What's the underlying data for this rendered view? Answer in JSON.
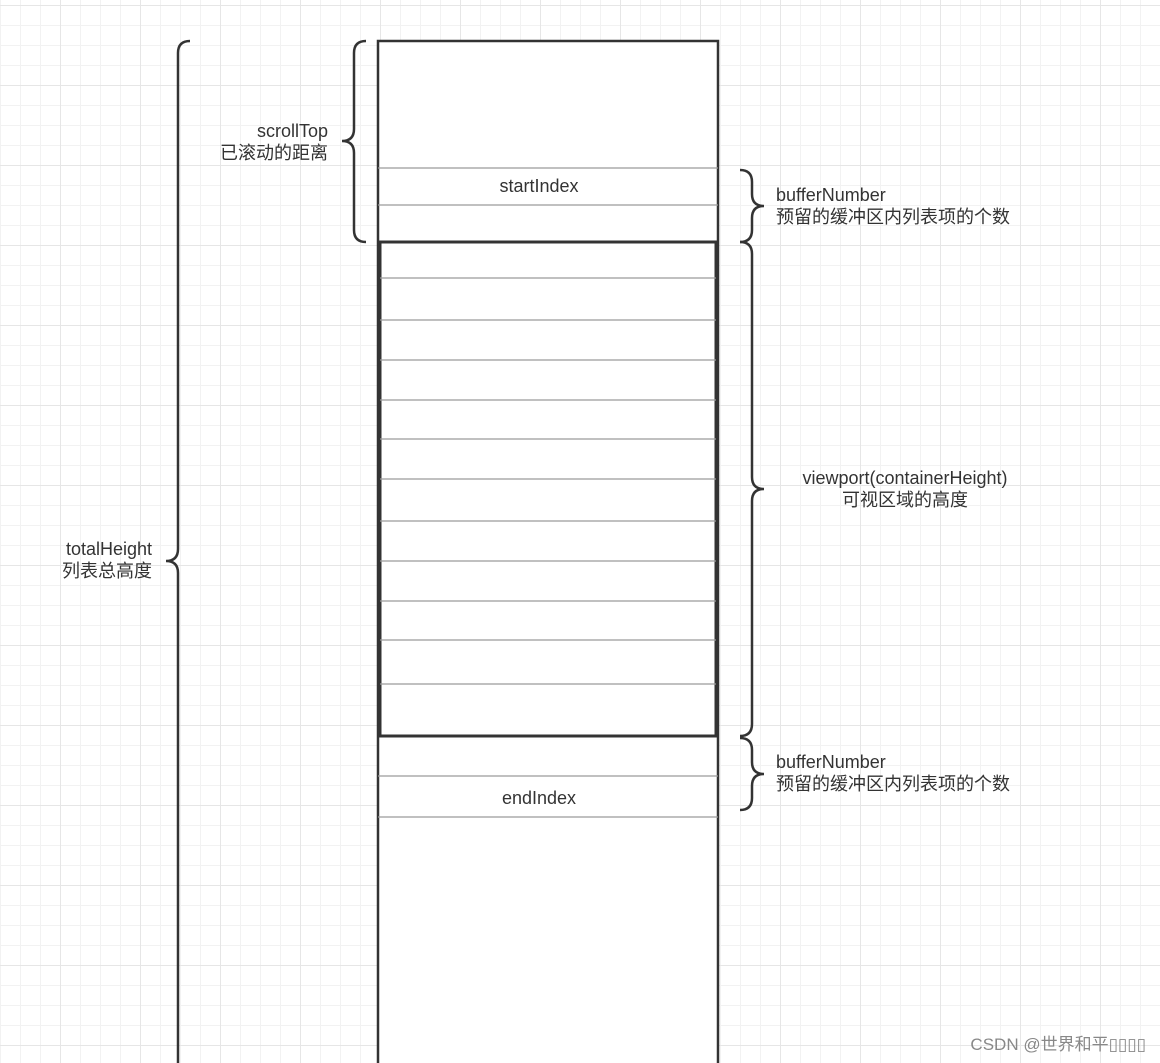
{
  "labels": {
    "scroll_top": {
      "name": "scrollTop",
      "desc": "已滚动的距离"
    },
    "start_index": "startIndex",
    "buffer_top": {
      "name": "bufferNumber",
      "desc": "预留的缓冲区内列表项的个数"
    },
    "viewport": {
      "name": "viewport(containerHeight)",
      "desc": "可视区域的高度"
    },
    "total_height": {
      "name": "totalHeight",
      "desc": "列表总高度"
    },
    "buffer_bottom": {
      "name": "bufferNumber",
      "desc": "预留的缓冲区内列表项的个数"
    },
    "end_index": "endIndex"
  },
  "watermark": "CSDN @世界和平▯▯▯▯",
  "colors": {
    "stroke": "#333333",
    "thin_line": "#9a9a9a",
    "grid": "#e6e6e6"
  }
}
